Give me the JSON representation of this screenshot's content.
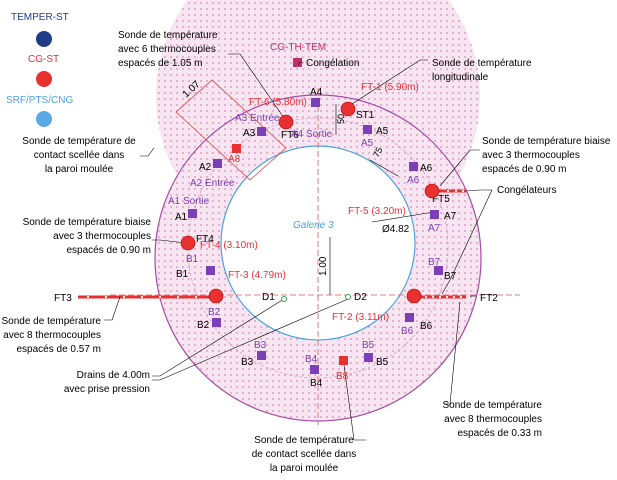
{
  "legend": {
    "items": [
      {
        "label": "TEMPER-ST",
        "color": "#1f3c88"
      },
      {
        "label": "CG-ST",
        "color": "#e83030"
      },
      {
        "label": "SRF/PTS/CNG",
        "color": "#5aa9e6"
      }
    ],
    "cg_th_tem": {
      "label": "CG-TH-TEM",
      "color": "#c0306a"
    }
  },
  "annotations": {
    "congelation": "Congélation",
    "sonde_6tc": [
      "Sonde de température",
      "avec 6 thermocouples",
      "espacés de 1.05 m"
    ],
    "sonde_long": [
      "Sonde de température",
      "longitudinale"
    ],
    "sonde_contact_top": [
      "Sonde de température de",
      "contact scellée dans",
      "la paroi moulée"
    ],
    "sonde_biaise_right": [
      "Sonde de température biaise",
      "avec 3 thermocouples",
      "espacés de 0.90 m"
    ],
    "congelateurs": "Congélateurs",
    "sonde_biaise_left": [
      "Sonde de température biaise",
      "avec 3 thermocouples",
      "espacés de 0.90 m"
    ],
    "sonde_8tc_left": [
      "Sonde de température",
      "avec 8 thermocouples",
      "espacés de 0.57 m"
    ],
    "drains": [
      "Drains de 4.00m",
      "avec prise pression"
    ],
    "sonde_contact_bottom": [
      "Sonde de température",
      "de contact scellée dans",
      "la paroi moulée"
    ],
    "sonde_8tc_right": [
      "Sonde de température",
      "avec 8 thermocouples",
      "espacés de 0.33 m"
    ]
  },
  "probes": {
    "ft": {
      "FT1": "FT-1 (5.90m)",
      "FT6": "FT-6 (5.80m)",
      "FT5": "FT-5 (3.20m)",
      "FT4": "FT-4 (3.10m)",
      "FT3": "FT-3 (4.79m)",
      "FT2": "FT-2 (3.11m)"
    },
    "tags": {
      "FT3": "FT3",
      "FT2": "FT2",
      "FT4": "FT4",
      "FT5": "FT5",
      "FT6": "FT6",
      "ST1": "ST1"
    }
  },
  "sensors": {
    "A1": "A1",
    "A2": "A2",
    "A3": "A3",
    "A4": "A4",
    "A5": "A5",
    "A6": "A6",
    "A7": "A7",
    "A8": "A8",
    "B1": "B1",
    "B2": "B2",
    "B3": "B3",
    "B4": "B4",
    "B5": "B5",
    "B6": "B6",
    "B7": "B7",
    "B8": "B8",
    "D1": "D1",
    "D2": "D2"
  },
  "purple_labels": {
    "A1_sortie": "A1 Sortie",
    "A2_entree": "A2 Entrée",
    "A3_entree": "A3 Entrée",
    "A4_sortie": "A4 Sortie",
    "A5": "A5",
    "A6": "A6",
    "A7": "A7",
    "B1": "B1",
    "B2": "B2",
    "B3": "B3",
    "B4": "B4",
    "B5": "B5",
    "B6": "B6",
    "B7": "B7"
  },
  "dimensions": {
    "d107": "1.07",
    "d50": "50",
    "d75": "75",
    "dia": "Ø4.82",
    "d100": "1.00"
  },
  "gallery": "Galerie 3"
}
